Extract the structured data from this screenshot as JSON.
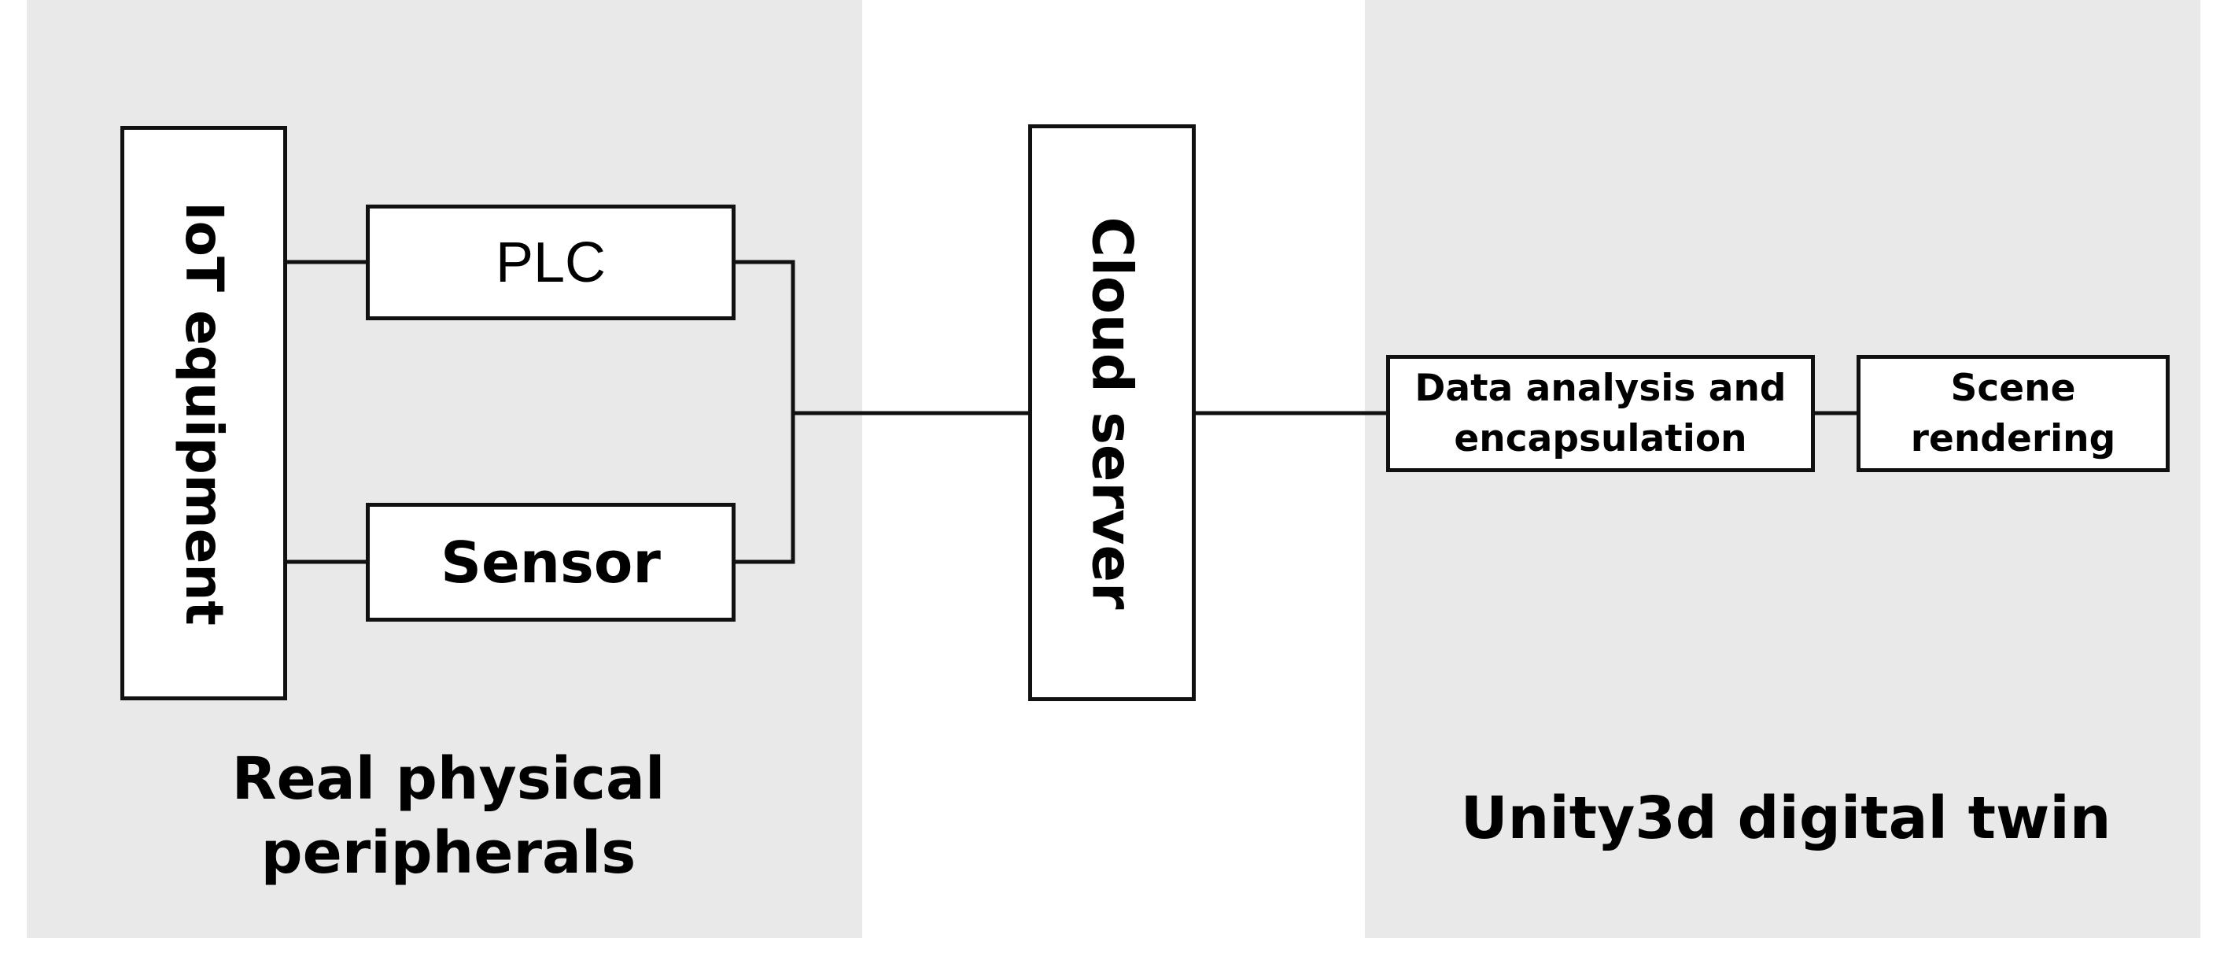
{
  "panels": {
    "left_caption": "Real physical peripherals",
    "right_caption": "Unity3d digital twin"
  },
  "nodes": {
    "iot": "IoT equipment",
    "plc": "PLC",
    "sensor": "Sensor",
    "cloud": "Cloud server",
    "analysis": "Data analysis and encapsulation",
    "rendering": "Scene rendering"
  },
  "colors": {
    "panel_background": "#e9e9e9",
    "line": "#111111",
    "box_fill": "#ffffff"
  }
}
